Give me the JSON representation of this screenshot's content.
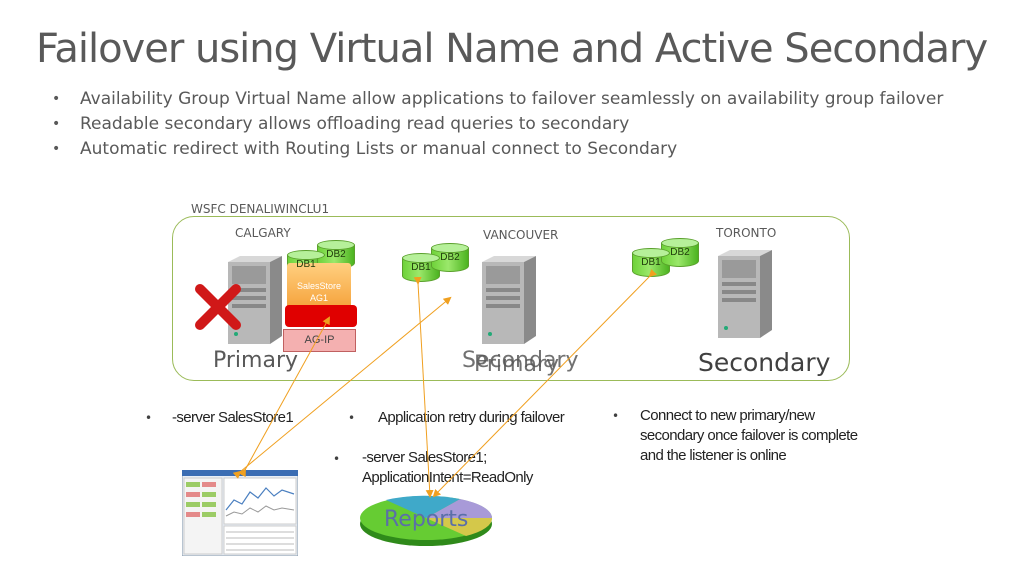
{
  "title": "Failover using Virtual Name and Active Secondary",
  "bullets": [
    "Availability Group Virtual Name allow applications to failover seamlessly on availability group failover",
    "Readable secondary allows offloading read queries to secondary",
    "Automatic redirect with Routing Lists or manual connect to Secondary"
  ],
  "cluster": {
    "label": "WSFC DENALIWINCLU1"
  },
  "sites": {
    "calgary": {
      "name": "CALGARY",
      "role": "Primary",
      "db1": "DB1",
      "db2": "DB2",
      "ag_line1": "SalesStore",
      "ag_line2": "AG1",
      "ag_ip": "AG-IP"
    },
    "vancouver": {
      "name": "VANCOUVER",
      "role_old": "Secondary",
      "role_new": "Primary",
      "db1": "DB1",
      "db2": "DB2"
    },
    "toronto": {
      "name": "TORONTO",
      "role": "Secondary",
      "db1": "DB1",
      "db2": "DB2"
    }
  },
  "notes": {
    "server": "-server  SalesStore1",
    "retry": "Application retry during failover",
    "readonly_line1": "-server SalesStore1;",
    "readonly_line2": "ApplicationIntent=ReadOnly",
    "connect": [
      "Connect to new primary/new",
      "secondary once  failover is complete",
      "and the listener is online"
    ]
  },
  "reports_label": "Reports",
  "bullet_glyph": "•",
  "colors": {
    "cluster_border": "#9bbb59",
    "arrow": "#f0a020",
    "db_green": "#6fd23a",
    "listener_red": "#e00000",
    "failed_x": "#d01818"
  }
}
